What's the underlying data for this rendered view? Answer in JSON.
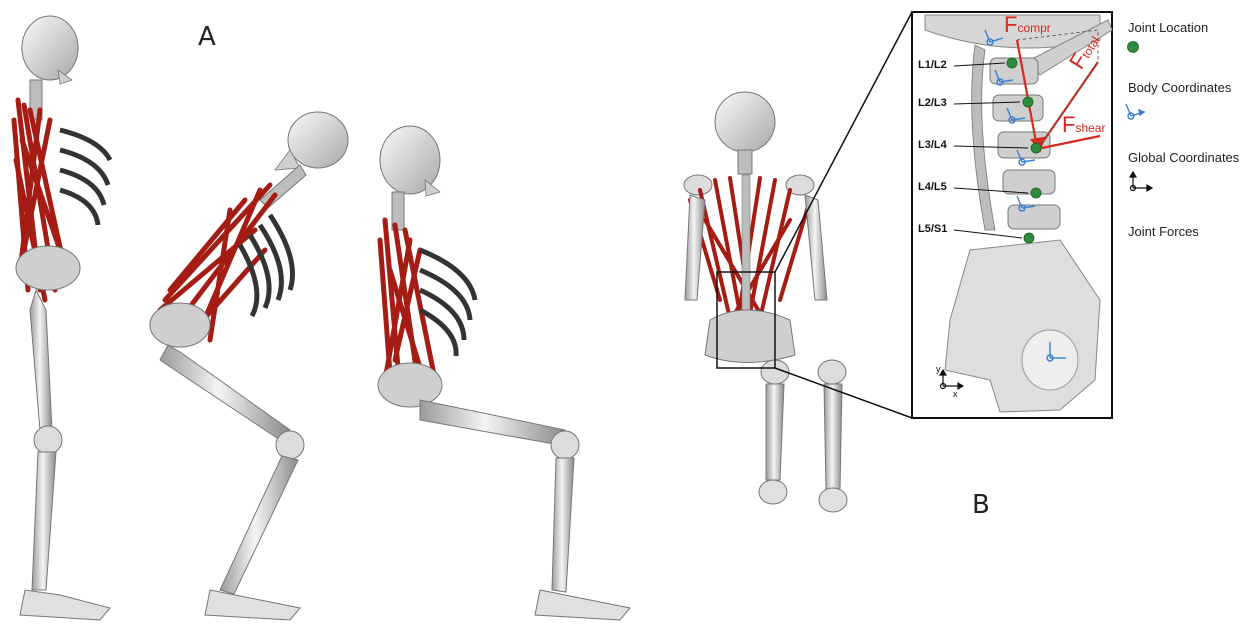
{
  "panels": {
    "a": "A",
    "b": "B"
  },
  "colors": {
    "bone": "#e4e4e4",
    "bone_dark": "#6a6a6a",
    "muscle": "#a51c14",
    "muscle_dark": "#6e0f0a",
    "force": "#d42a20",
    "joint": "#2e8b3c",
    "coord": "#3a7fd0"
  },
  "inset": {
    "levels": [
      "L1/L2",
      "L2/L3",
      "L3/L4",
      "L4/L5",
      "L5/S1"
    ],
    "forces": {
      "compr": {
        "main": "F",
        "sub": "compr"
      },
      "total": {
        "main": "F",
        "sub": "total"
      },
      "shear": {
        "main": "F",
        "sub": "shear"
      }
    },
    "axis_x": "x",
    "axis_y": "y"
  },
  "legend": {
    "joint_location": "Joint Location",
    "body_coordinates": "Body Coordinates",
    "global_coordinates": "Global Coordinates",
    "joint_forces": "Joint Forces"
  }
}
